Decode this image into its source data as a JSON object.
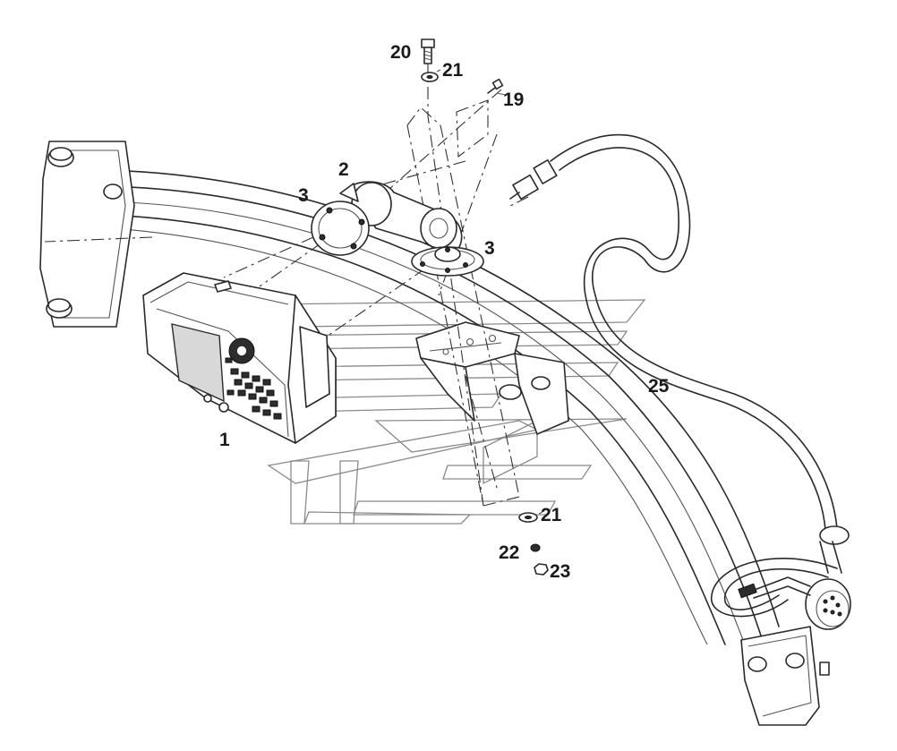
{
  "callouts": [
    {
      "id": "c1",
      "label": "1"
    },
    {
      "id": "c2",
      "label": "2"
    },
    {
      "id": "c3a",
      "label": "3"
    },
    {
      "id": "c3b",
      "label": "3"
    },
    {
      "id": "c19",
      "label": "19"
    },
    {
      "id": "c20",
      "label": "20"
    },
    {
      "id": "c21a",
      "label": "21"
    },
    {
      "id": "c21b",
      "label": "21"
    },
    {
      "id": "c22",
      "label": "22"
    },
    {
      "id": "c23",
      "label": "23"
    },
    {
      "id": "c25",
      "label": "25"
    }
  ]
}
